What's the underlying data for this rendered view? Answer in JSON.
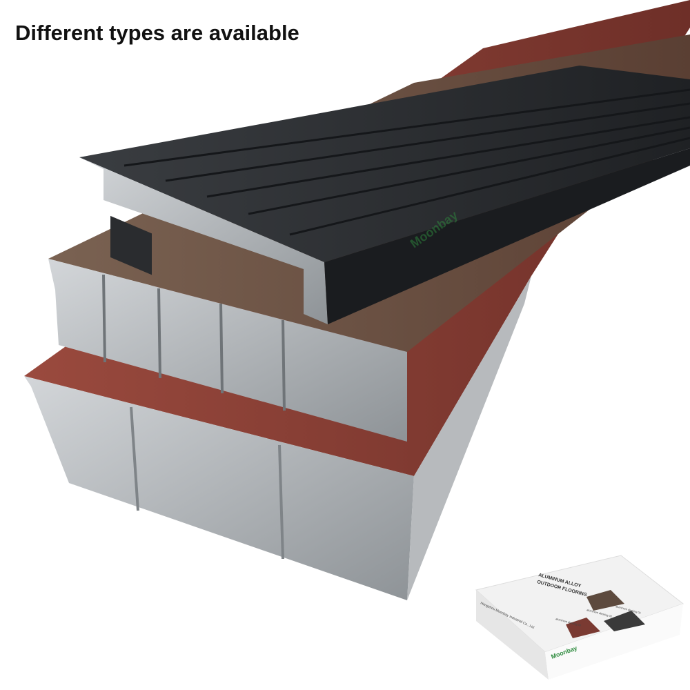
{
  "headline": "Different types are available",
  "brand": {
    "name": "Moonbay",
    "watermark": "Moonbay",
    "color": "#2e8b3e"
  },
  "package": {
    "title_line1": "ALUMINUM ALLOY",
    "title_line2": "OUTDOOR FLOORING",
    "company": "Hangzhou Moonbay Industrial Co., Ltd",
    "options": [
      "aluminum decking 01",
      "aluminum decking 02",
      "aluminum decking 03"
    ]
  },
  "colors": {
    "black_board": "#2a2c2f",
    "brown_board": "#6e5646",
    "red_board": "#8a3f35",
    "aluminum": "#a9adb1"
  }
}
